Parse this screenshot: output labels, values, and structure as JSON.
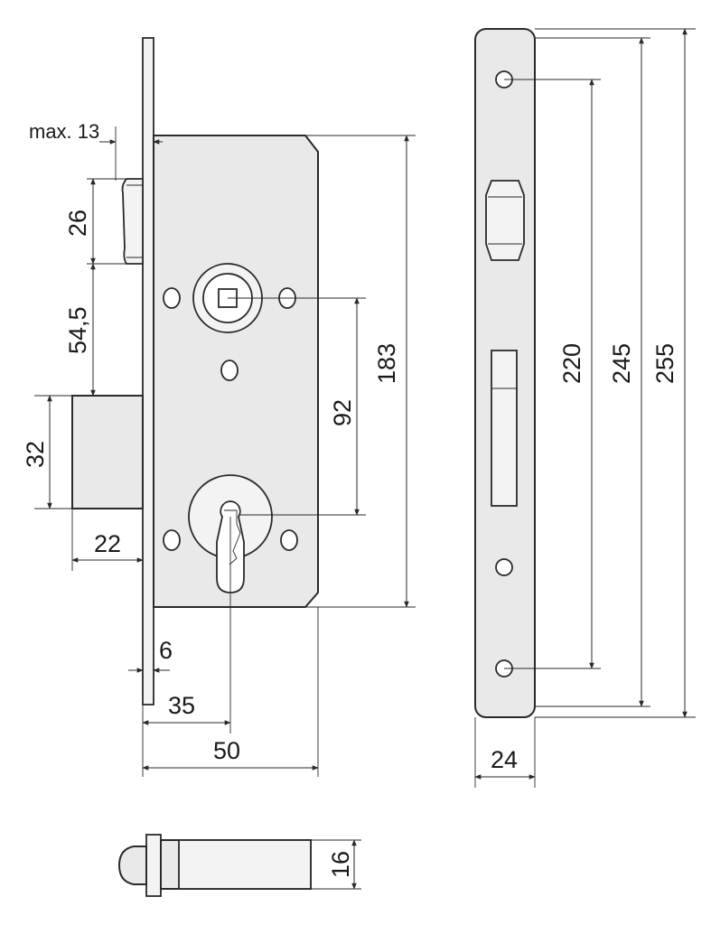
{
  "dimensions": {
    "max_backset_offset": "max. 13",
    "latch_height": "26",
    "latch_to_follower": "54,5",
    "bolt_height": "32",
    "bolt_throw": "22",
    "forend_offset": "6",
    "backset": "35",
    "case_depth": "50",
    "follower_to_cylinder": "92",
    "case_height": "183",
    "fixing_holes_distance": "220",
    "forend_height_inner": "245",
    "forend_height_total": "255",
    "forend_width": "24",
    "case_thickness": "16"
  },
  "colors": {
    "line": "#2a2a2a",
    "fill": "#e9e9e9",
    "background": "#ffffff"
  }
}
